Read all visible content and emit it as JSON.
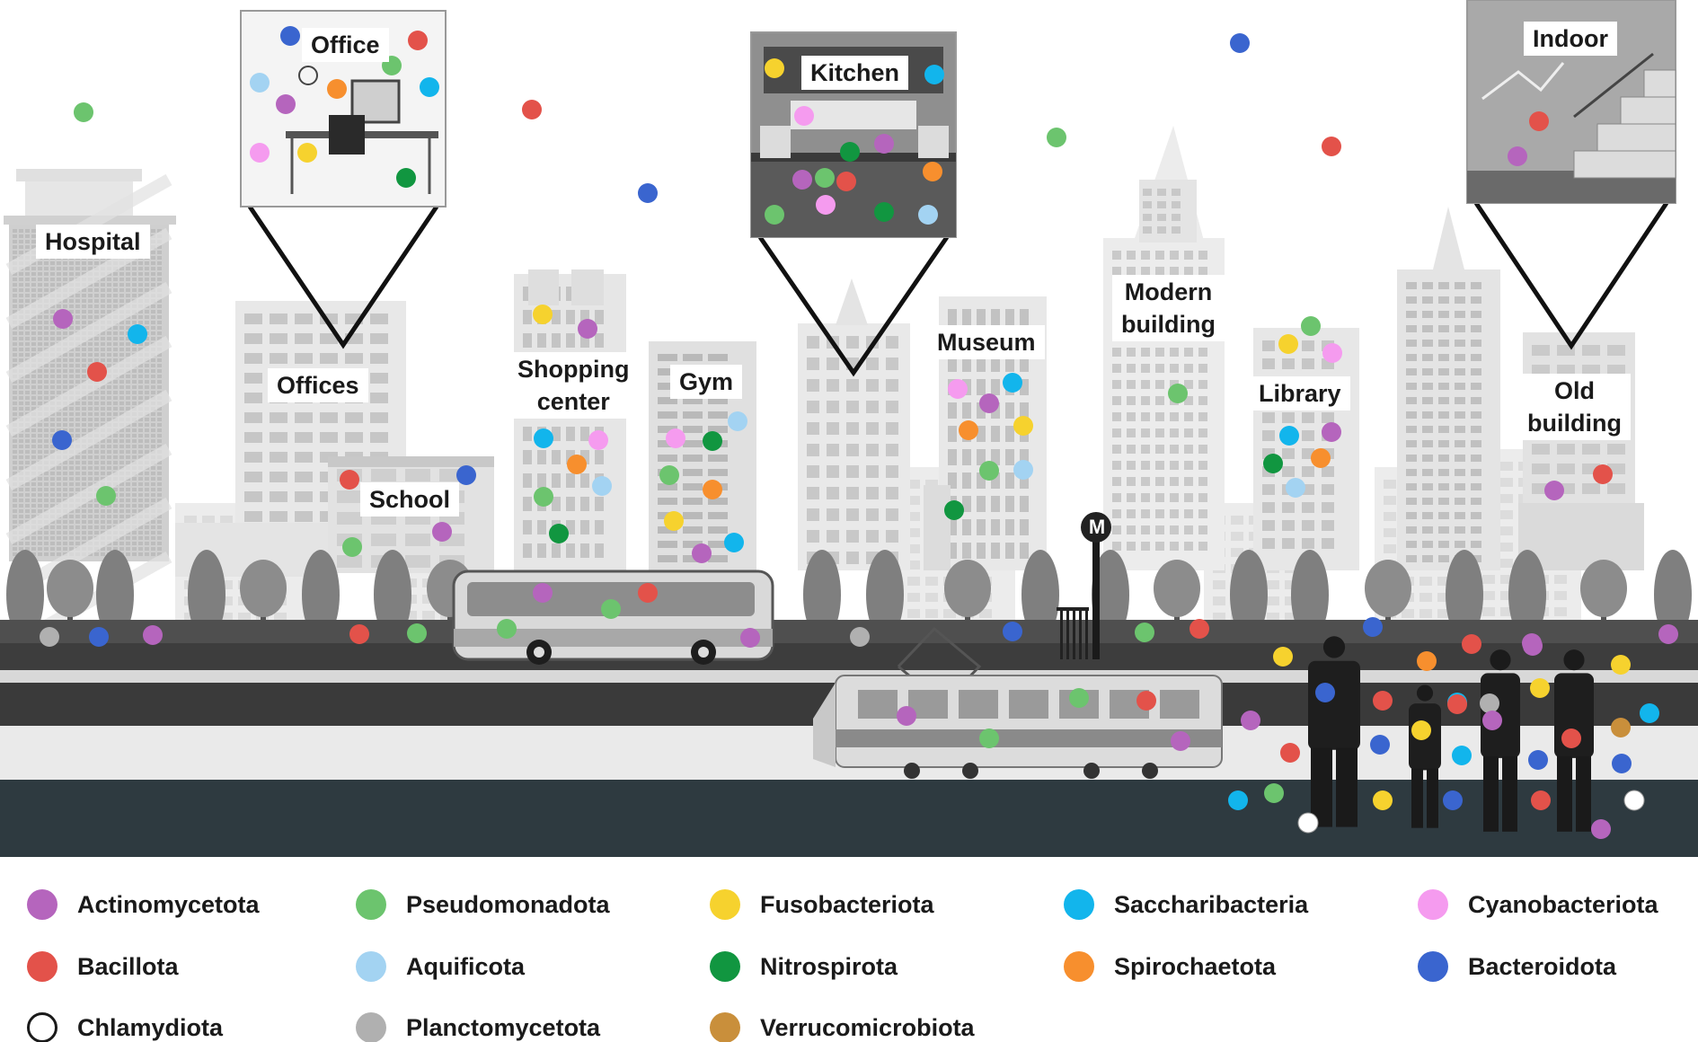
{
  "labels": {
    "hospital": "Hospital",
    "office": "Office",
    "offices": "Offices",
    "school": "School",
    "shopping_center": "Shopping\ncenter",
    "gym": "Gym",
    "kitchen": "Kitchen",
    "museum": "Museum",
    "modern_building": "Modern\nbuilding",
    "library": "Library",
    "indoor": "Indoor",
    "old_building": "Old\nbuilding",
    "metro_sign": "M"
  },
  "legend": [
    {
      "key": "actinomycetota",
      "name": "Actinomycetota",
      "color": "#b565bd"
    },
    {
      "key": "pseudomonadota",
      "name": "Pseudomonadota",
      "color": "#6cc46e"
    },
    {
      "key": "fusobacteriota",
      "name": "Fusobacteriota",
      "color": "#f6d22e"
    },
    {
      "key": "saccharibacteria",
      "name": "Saccharibacteria",
      "color": "#12b5ec"
    },
    {
      "key": "cyanobacteriota",
      "name": "Cyanobacteriota",
      "color": "#f59bef"
    },
    {
      "key": "bacillota",
      "name": "Bacillota",
      "color": "#e3524a"
    },
    {
      "key": "aquificota",
      "name": "Aquificota",
      "color": "#a3d3f2"
    },
    {
      "key": "nitrospirota",
      "name": "Nitrospirota",
      "color": "#119640"
    },
    {
      "key": "spirochaetota",
      "name": "Spirochaetota",
      "color": "#f78f2e"
    },
    {
      "key": "bacteroidota",
      "name": "Bacteroidota",
      "color": "#3a65cf"
    },
    {
      "key": "chlamydiota",
      "name": "Chlamydiota",
      "color": "#ffffff",
      "hollow": true
    },
    {
      "key": "planctomycetota",
      "name": "Planctomycetota",
      "color": "#b0b0b0"
    },
    {
      "key": "verrucomicrobiota",
      "name": "Verrucomicrobiota",
      "color": "#c98f3b"
    }
  ]
}
